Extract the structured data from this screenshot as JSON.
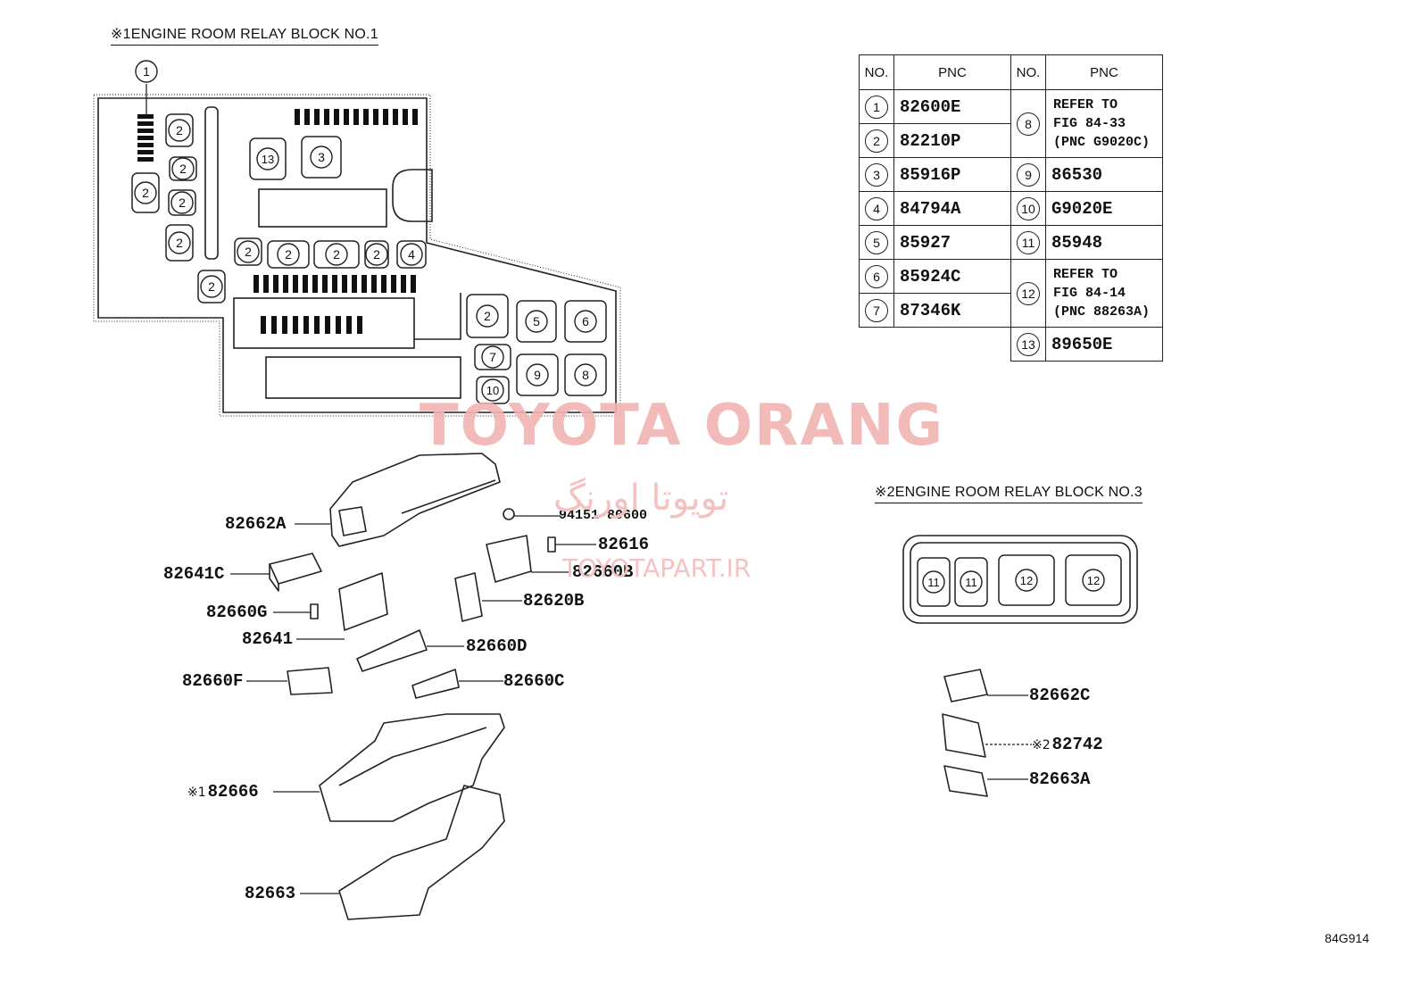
{
  "block1": {
    "mark": "※1",
    "title": "ENGINE ROOM RELAY BLOCK NO.1",
    "callouts": [
      "1",
      "2",
      "2",
      "2",
      "2",
      "2",
      "2",
      "13",
      "3",
      "2",
      "2",
      "2",
      "2",
      "4",
      "2",
      "5",
      "6",
      "7",
      "10",
      "9",
      "8",
      "7"
    ]
  },
  "block3": {
    "mark": "※2",
    "title": "ENGINE ROOM RELAY BLOCK NO.3",
    "callouts": [
      "11",
      "11",
      "12",
      "12"
    ]
  },
  "table": {
    "header_no": "NO.",
    "header_pnc": "PNC",
    "left": [
      {
        "no": "1",
        "pnc": "82600E"
      },
      {
        "no": "2",
        "pnc": "82210P"
      },
      {
        "no": "3",
        "pnc": "85916P"
      },
      {
        "no": "4",
        "pnc": "84794A"
      },
      {
        "no": "5",
        "pnc": "85927"
      },
      {
        "no": "6",
        "pnc": "85924C"
      },
      {
        "no": "7",
        "pnc": "87346K"
      }
    ],
    "right": [
      {
        "no": "8",
        "line1": "REFER TO",
        "line2": "FIG 84-33",
        "line3": "(PNC G9020C)"
      },
      {
        "no": "9",
        "pnc": "86530"
      },
      {
        "no": "10",
        "pnc": "G9020E"
      },
      {
        "no": "11",
        "pnc": "85948"
      },
      {
        "no": "12",
        "line1": "REFER TO",
        "line2": "FIG 84-14",
        "line3": "(PNC 88263A)"
      },
      {
        "no": "13",
        "pnc": "89650E"
      }
    ]
  },
  "parts": {
    "p82662A": "82662A",
    "p94151": "94151-80600",
    "p82616": "82616",
    "p82641C": "82641C",
    "p82660B": "82660B",
    "p82620B": "82620B",
    "p82660G": "82660G",
    "p82641": "82641",
    "p82660D": "82660D",
    "p82660F": "82660F",
    "p82660C": "82660C",
    "p82666_mark": "※1",
    "p82666": "82666",
    "p82663": "82663",
    "p82662C": "82662C",
    "p82742_mark": "※2",
    "p82742": "82742",
    "p82663A": "82663A"
  },
  "watermark": {
    "brand": "TOYOTA ORANG",
    "persian": "تویوتا اورنگ",
    "site": "TOYOTAPART.IR"
  },
  "figure_id": "84G914"
}
